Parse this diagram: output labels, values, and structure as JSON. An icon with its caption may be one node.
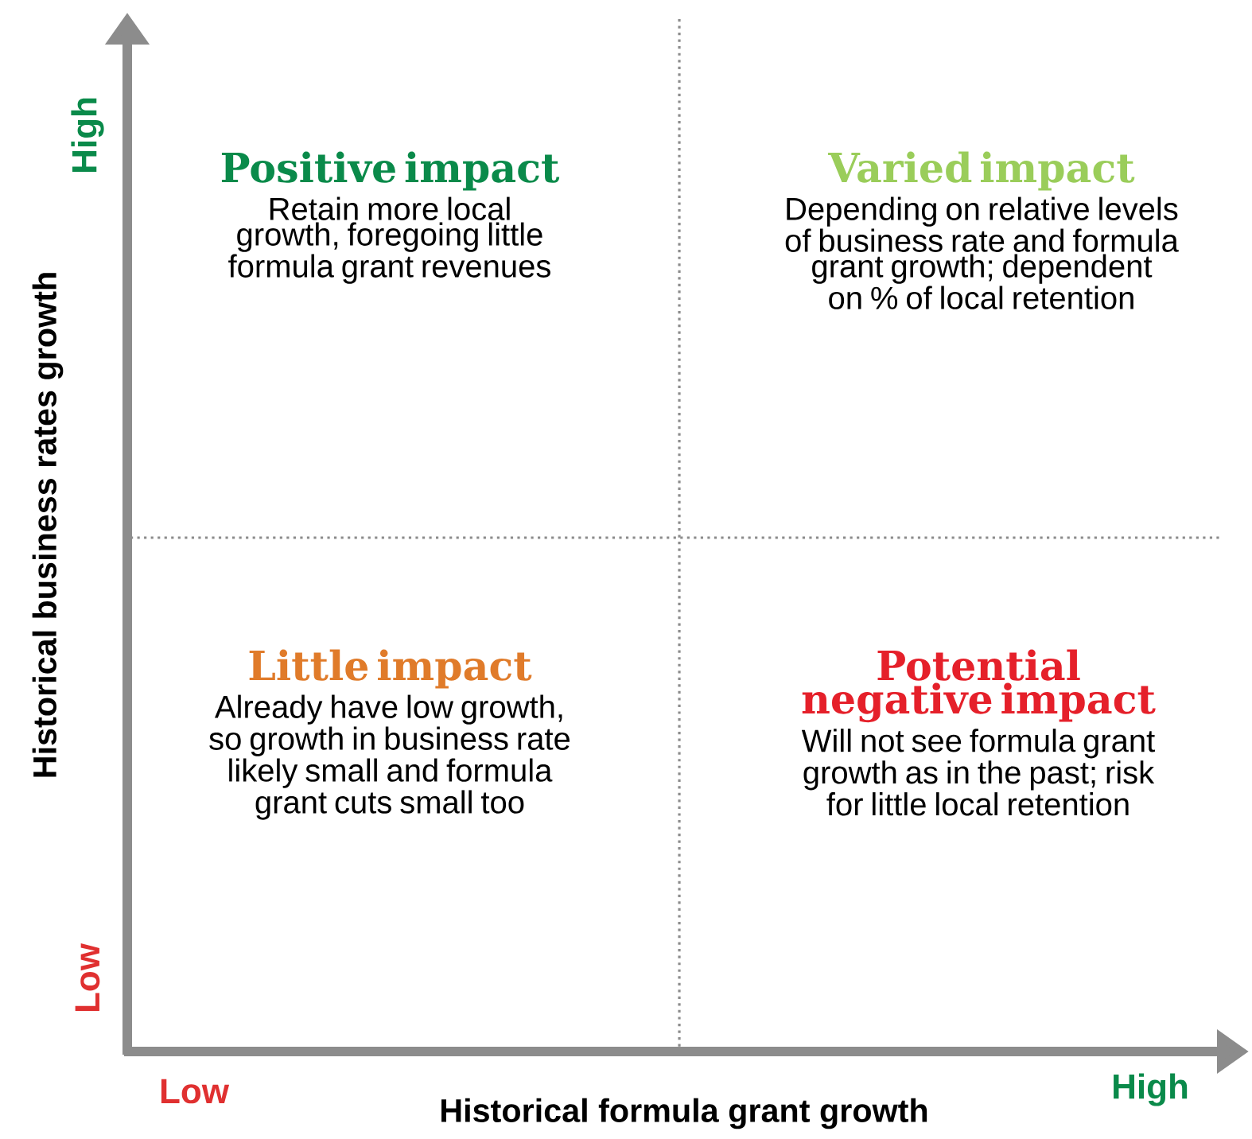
{
  "diagram": {
    "nodes": [
      {
        "text": [
          "Positive impact",
          "Retain more local growth, foregoing little formula grant revenues"
        ]
      },
      {
        "text": [
          "Varied impact",
          "Depending on relative levels of business rate and formula grant growth; dependent on % of local retention"
        ]
      },
      {
        "text": [
          "Little impact",
          "Already have low growth, so growth in business rate likely small and formula grant cuts small too"
        ]
      },
      {
        "text": [
          "Potential negative impact",
          "Will not see formula grant growth as in the past; risk for little local retention"
        ]
      }
    ],
    "labels": [
      "High",
      "Historical business rates growth",
      "Low",
      "Low",
      "High",
      "Historical formula grant growth"
    ]
  }
}
